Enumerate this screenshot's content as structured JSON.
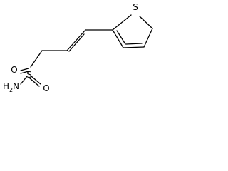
{
  "molecule": {
    "atoms": {
      "s_thiophene": "S",
      "o_upper": "O",
      "o_right": "O",
      "s_sulfonyl": "S",
      "n_amine": "N",
      "n_amine_h": "H",
      "n_amine_h_count": "2"
    }
  }
}
